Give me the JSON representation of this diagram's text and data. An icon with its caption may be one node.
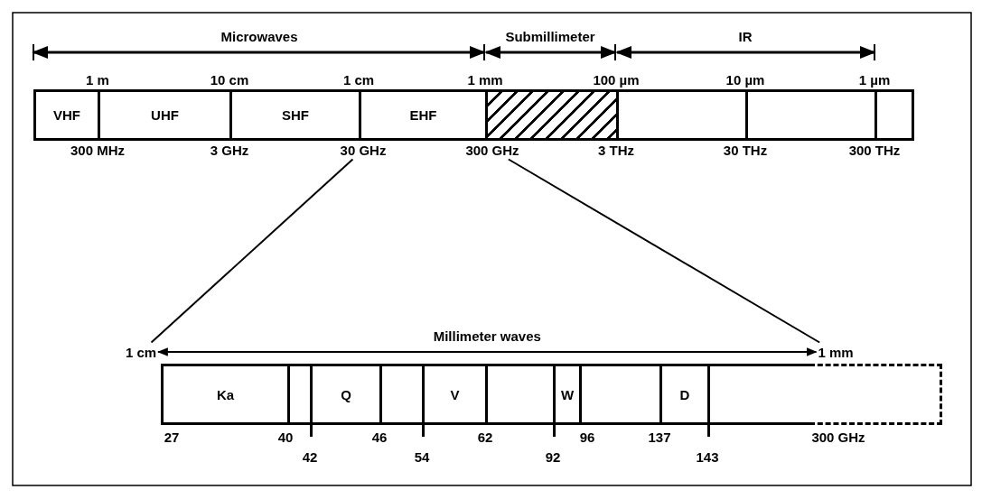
{
  "diagram": {
    "nodes": [
      {
        "text": [
          "VHF"
        ]
      },
      {
        "text": [
          "UHF"
        ]
      },
      {
        "text": [
          "SHF"
        ]
      },
      {
        "text": [
          "EHF"
        ]
      },
      {
        "text": [],
        "shape": "box"
      },
      {
        "text": [],
        "shape": "box"
      },
      {
        "text": [],
        "shape": "box"
      },
      {
        "text": [],
        "shape": "box"
      },
      {
        "text": [
          "30 GHz"
        ]
      },
      {
        "text": [
          "300 GHz"
        ]
      },
      {
        "text": [
          "1 cm"
        ]
      },
      {
        "text": [
          "1 mm"
        ]
      },
      {
        "text": [
          "Ka"
        ]
      },
      {
        "text": [],
        "shape": "box"
      },
      {
        "text": [
          "Q"
        ]
      },
      {
        "text": [],
        "shape": "box"
      },
      {
        "text": [
          "V"
        ]
      },
      {
        "text": [],
        "shape": "box"
      },
      {
        "text": [
          "W"
        ]
      },
      {
        "text": [],
        "shape": "box"
      },
      {
        "text": [
          "D"
        ]
      },
      {
        "text": [],
        "shape": "box"
      },
      {
        "text": [],
        "shape": "box"
      }
    ],
    "edges": [
      {
        "from": 8,
        "to": 10,
        "arrow": "none"
      },
      {
        "from": 9,
        "to": 11,
        "arrow": "none"
      },
      {
        "from": 10,
        "to": 11,
        "arrow": "both",
        "label": "Millimeter waves"
      }
    ],
    "labels": [
      "Microwaves",
      "Submillimeter",
      "IR",
      "1 m",
      "10 cm",
      "1 cm",
      "1 mm",
      "100 µm",
      "10 µm",
      "1 µm",
      "300 MHz",
      "3 GHz",
      "3 THz",
      "30 THz",
      "300 THz",
      "27",
      "40",
      "42",
      "46",
      "54",
      "62",
      "92",
      "96",
      "137",
      "143",
      "300 GHz"
    ]
  }
}
